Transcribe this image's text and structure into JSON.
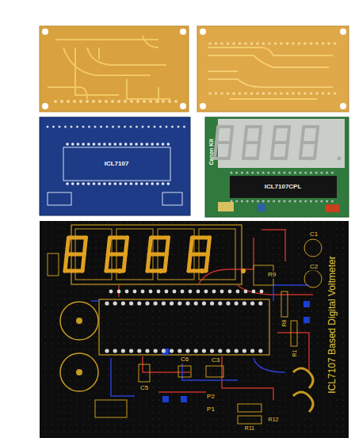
{
  "diagram": {
    "labels": [
      "ICL7107",
      "Canon Kit",
      "ICL7107CPL",
      "C1",
      "R9",
      "C2",
      "R8",
      "R1",
      "ICL7107 Based Digital Voltmeter",
      "C6",
      "C3",
      "C5",
      "P2",
      "P1",
      "R11",
      "R12"
    ]
  }
}
